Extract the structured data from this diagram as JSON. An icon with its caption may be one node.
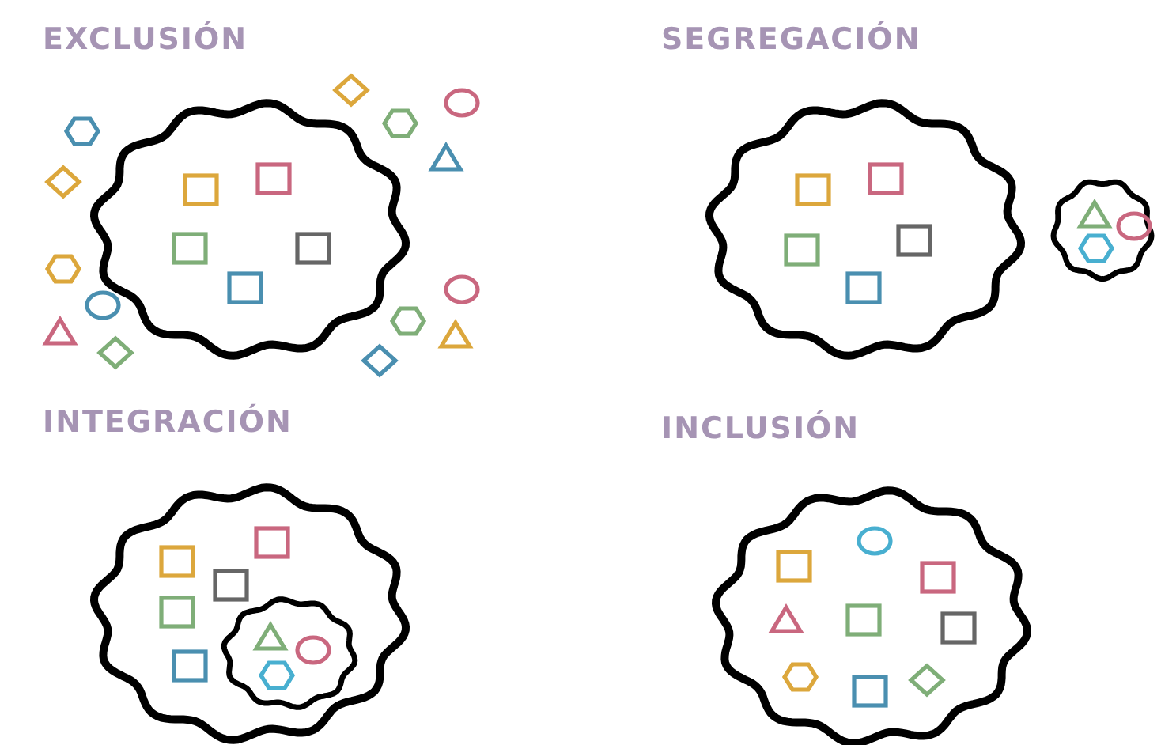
{
  "diagram": {
    "labels": [
      "EXCLUSIÓN",
      "SEGREGACIÓN",
      "INTEGRACIÓN",
      "INCLUSIÓN"
    ]
  }
}
